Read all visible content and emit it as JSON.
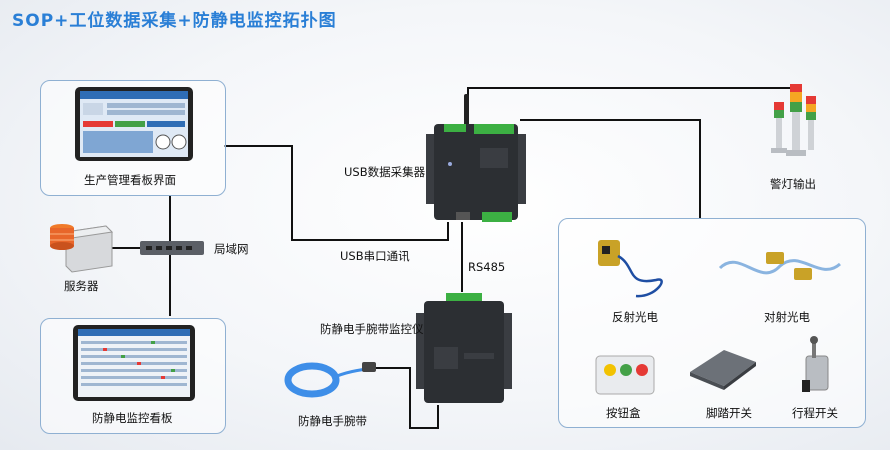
{
  "title": "SOP+工位数据采集+防静电监控拓扑图",
  "labels": {
    "mgmt_board": "生产管理看板界面",
    "server": "服务器",
    "lan": "局域网",
    "esd_board": "防静电监控看板",
    "usb_collector": "USB数据采集器",
    "usb_serial": "USB串口通讯",
    "rs485": "RS485",
    "esd_monitor": "防静电手腕带监控仪",
    "wrist_strap": "防静电手腕带",
    "alarm_light": "警灯输出",
    "reflective": "反射光电",
    "through_beam": "对射光电",
    "button_box": "按钮盒",
    "foot_pedal": "脚踏开关",
    "travel_switch": "行程开关"
  },
  "colors": {
    "title": "#2a7fd6",
    "panel_border": "#8fb0d2",
    "device_dark": "#2c2f33",
    "terminal_green": "#3cb043",
    "light_red": "#e53935",
    "light_amber": "#f5a623",
    "light_green": "#43a047"
  }
}
